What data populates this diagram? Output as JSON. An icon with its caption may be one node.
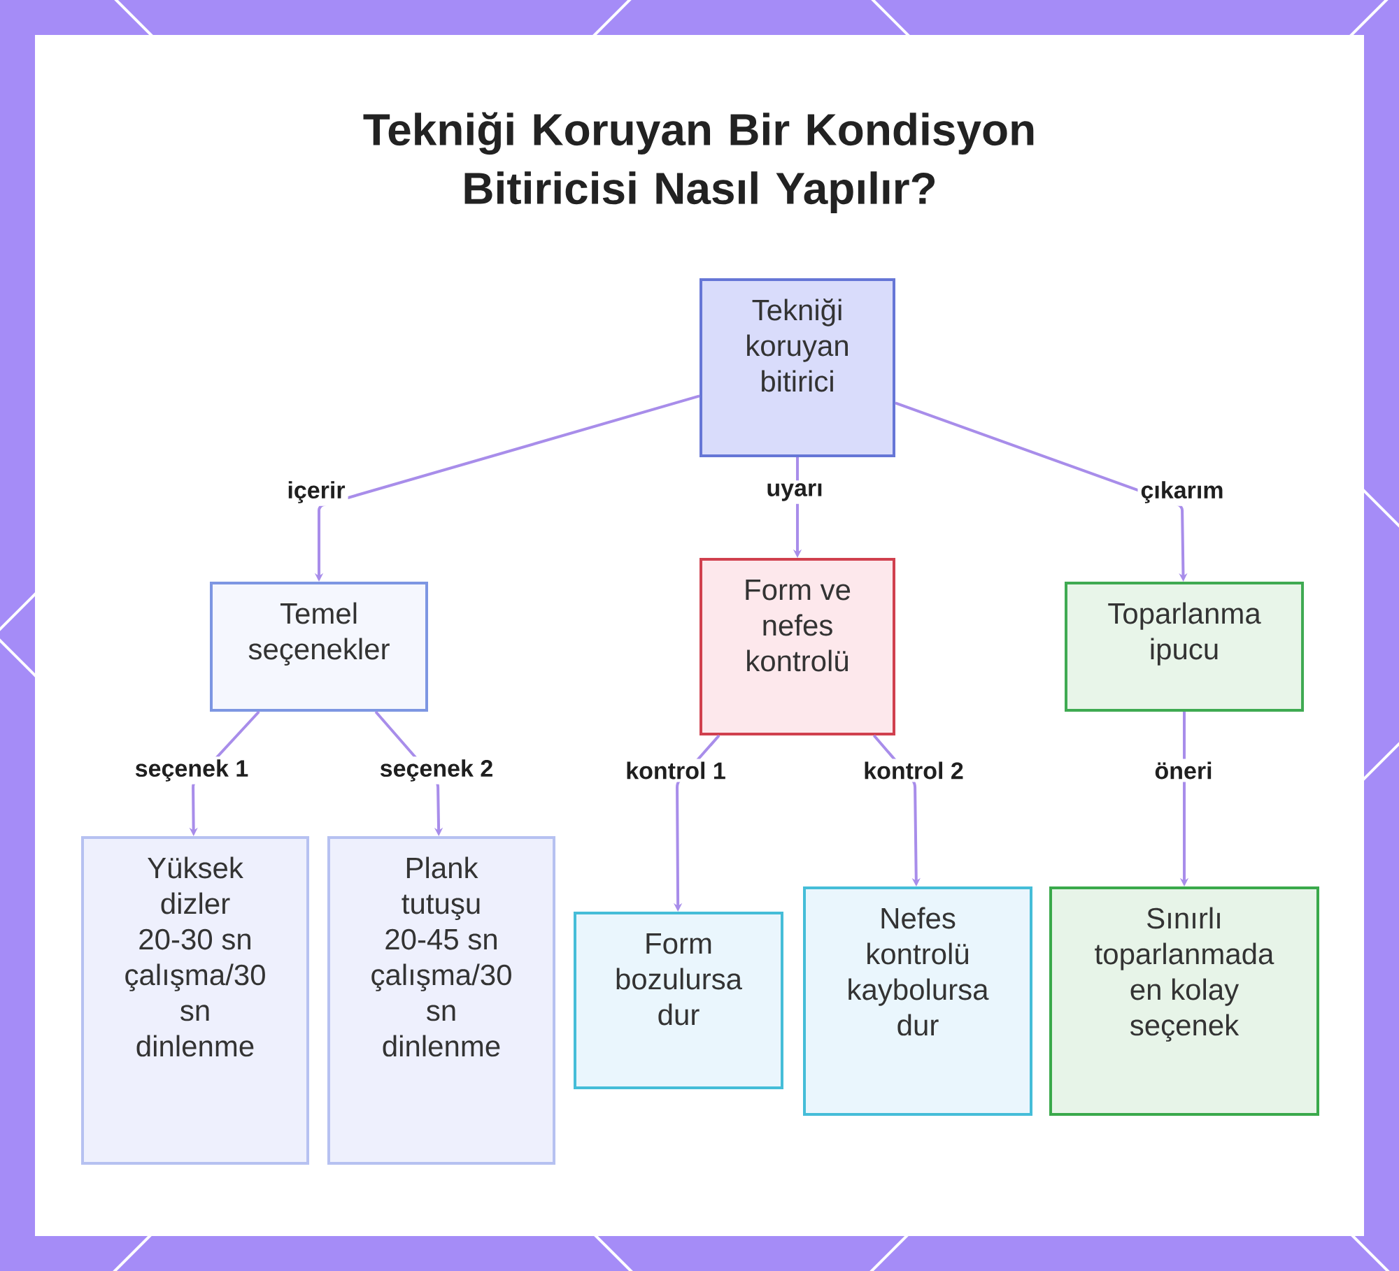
{
  "diagram": {
    "title": "Tekniği Koruyan Bir Kondisyon Bitiricisi Nasıl Yapılır?",
    "nodes": [
      {
        "text": [
          "Tekniği koruyan bitirici"
        ]
      },
      {
        "text": [
          "Temel seçenekler"
        ]
      },
      {
        "text": [
          "Form ve nefes kontrolü"
        ]
      },
      {
        "text": [
          "Toparlanma ipucu"
        ]
      },
      {
        "text": [
          "Yüksek dizler 20-30 sn çalışma/30 sn dinlenme"
        ]
      },
      {
        "text": [
          "Plank tutuşu 20-45 sn çalışma/30 sn dinlenme"
        ]
      },
      {
        "text": [
          "Form bozulursa dur"
        ]
      },
      {
        "text": [
          "Nefes kontrolü kaybolursa dur"
        ]
      },
      {
        "text": [
          "Sınırlı toparlanmada en kolay seçenek"
        ]
      }
    ],
    "edges": [
      {
        "from": 0,
        "to": 1,
        "arrow": "to",
        "label": "içerir"
      },
      {
        "from": 0,
        "to": 2,
        "arrow": "to",
        "label": "uyarı"
      },
      {
        "from": 0,
        "to": 3,
        "arrow": "to",
        "label": "çıkarım"
      },
      {
        "from": 1,
        "to": 4,
        "arrow": "to",
        "label": "seçenek 1"
      },
      {
        "from": 1,
        "to": 5,
        "arrow": "to",
        "label": "seçenek 2"
      },
      {
        "from": 2,
        "to": 6,
        "arrow": "to",
        "label": "kontrol 1"
      },
      {
        "from": 2,
        "to": 7,
        "arrow": "to",
        "label": "kontrol 2"
      },
      {
        "from": 3,
        "to": 8,
        "arrow": "to",
        "label": "öneri"
      }
    ]
  }
}
